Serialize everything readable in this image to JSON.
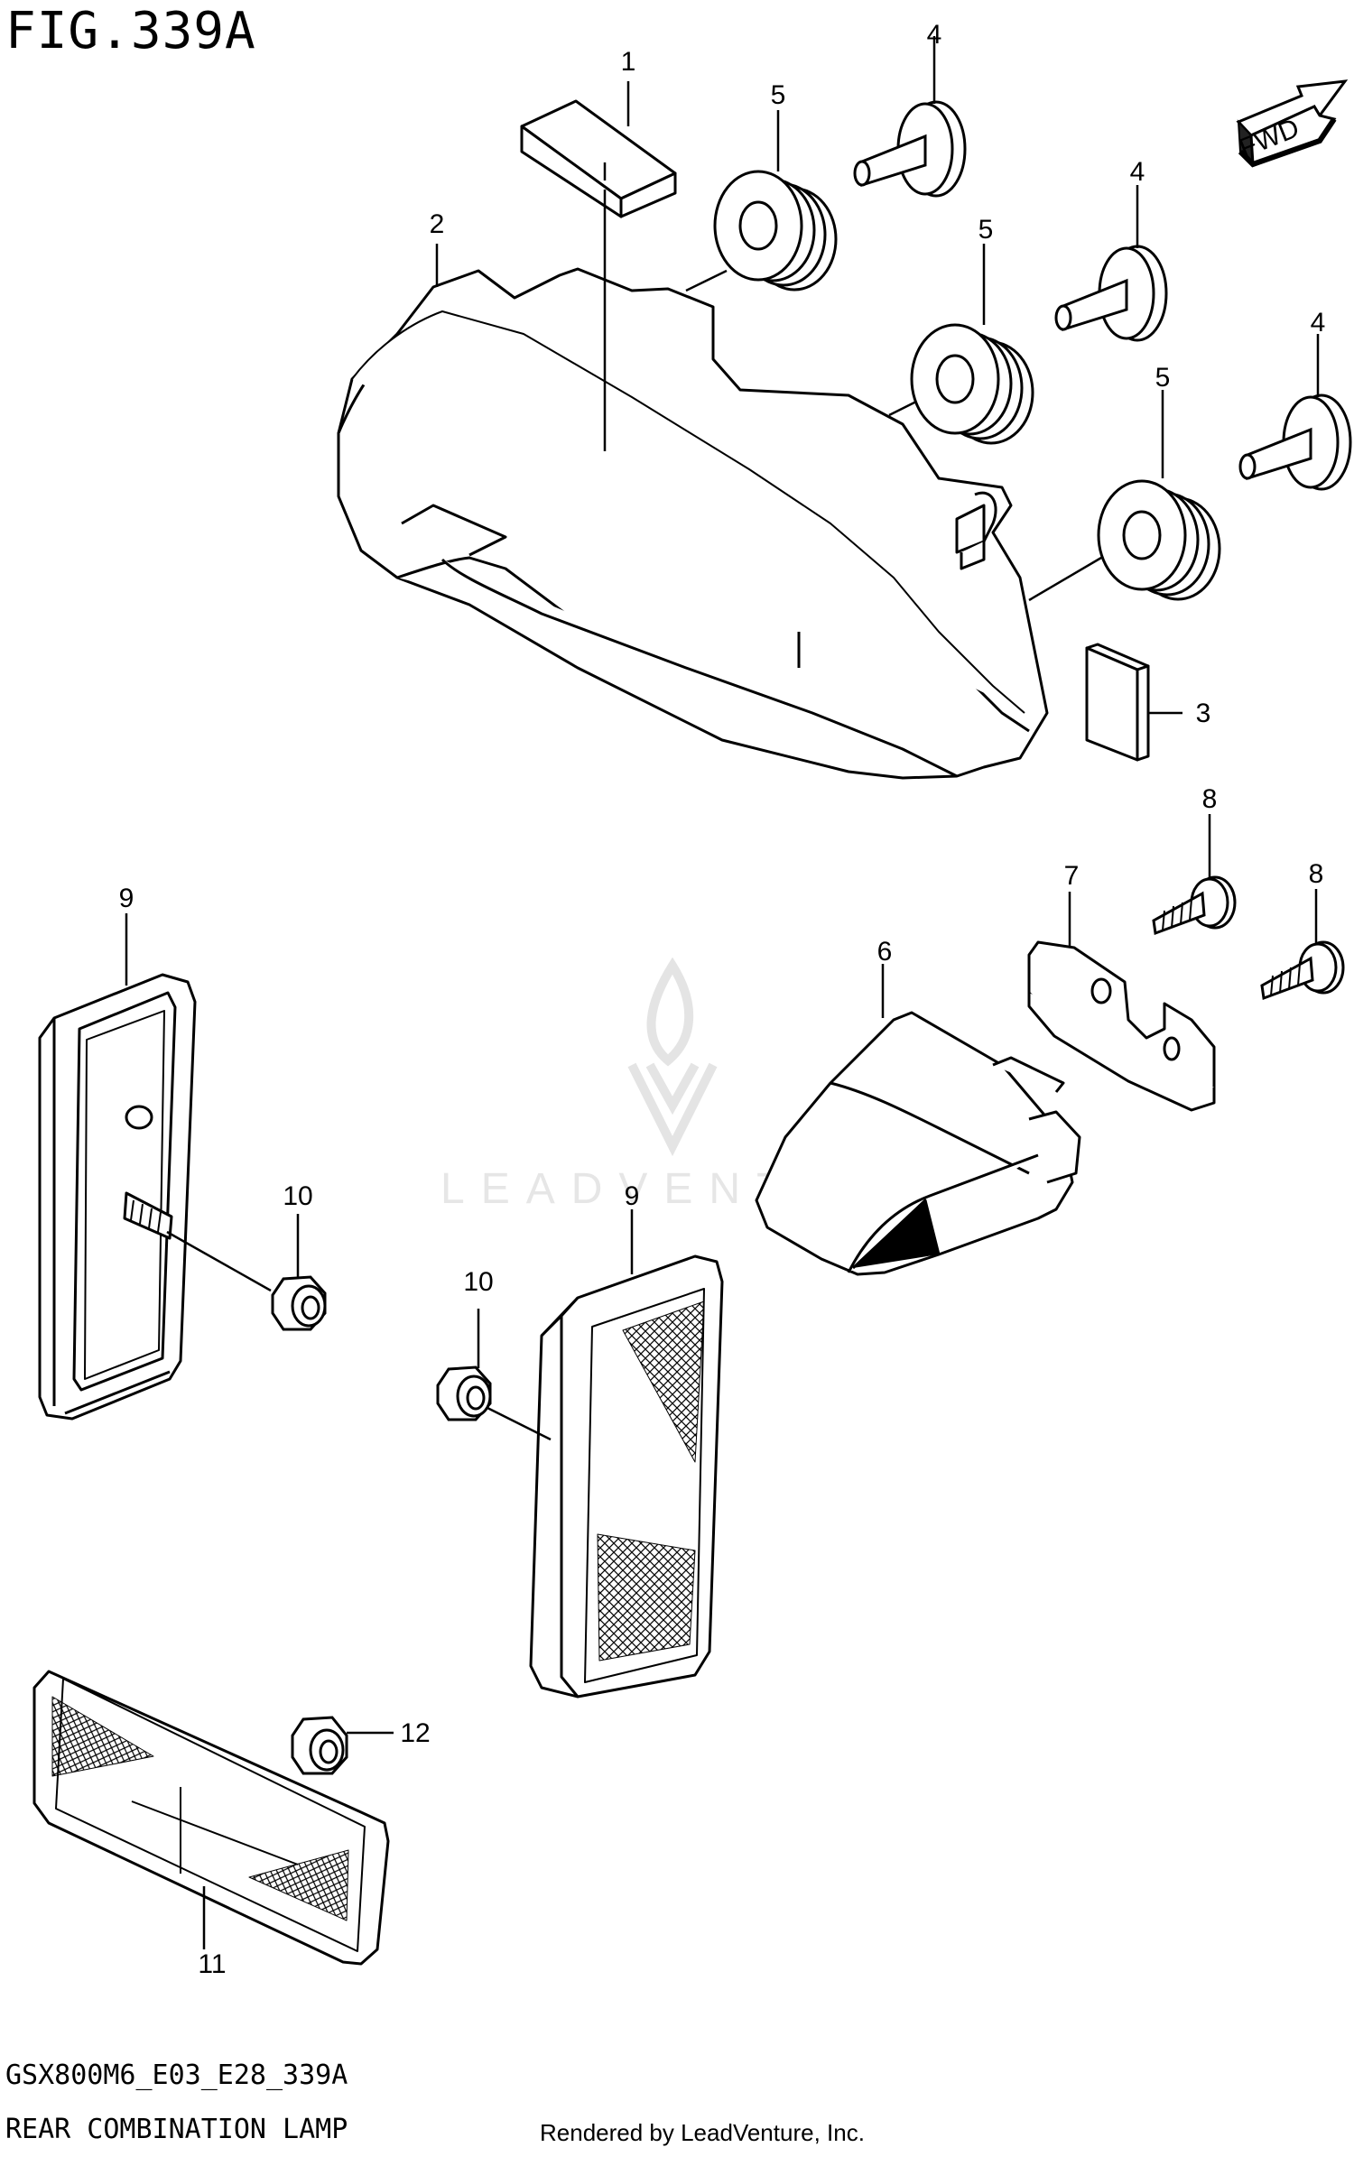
{
  "figure": {
    "title": "FIG.339A",
    "model_code": "GSX800M6_E03_E28_339A",
    "assembly_name": "REAR COMBINATION LAMP",
    "render_credit": "Rendered by LeadVenture, Inc.",
    "watermark": "LEADVENTURE"
  },
  "direction_badge": {
    "label": "FWD"
  },
  "callouts": [
    {
      "id": "c1",
      "number": "1"
    },
    {
      "id": "c2",
      "number": "2"
    },
    {
      "id": "c3",
      "number": "3"
    },
    {
      "id": "c4a",
      "number": "4"
    },
    {
      "id": "c4b",
      "number": "4"
    },
    {
      "id": "c4c",
      "number": "4"
    },
    {
      "id": "c5a",
      "number": "5"
    },
    {
      "id": "c5b",
      "number": "5"
    },
    {
      "id": "c5c",
      "number": "5"
    },
    {
      "id": "c6",
      "number": "6"
    },
    {
      "id": "c7",
      "number": "7"
    },
    {
      "id": "c8a",
      "number": "8"
    },
    {
      "id": "c8b",
      "number": "8"
    },
    {
      "id": "c9a",
      "number": "9"
    },
    {
      "id": "c9b",
      "number": "9"
    },
    {
      "id": "c10a",
      "number": "10"
    },
    {
      "id": "c10b",
      "number": "10"
    },
    {
      "id": "c11",
      "number": "11"
    },
    {
      "id": "c12",
      "number": "12"
    }
  ]
}
